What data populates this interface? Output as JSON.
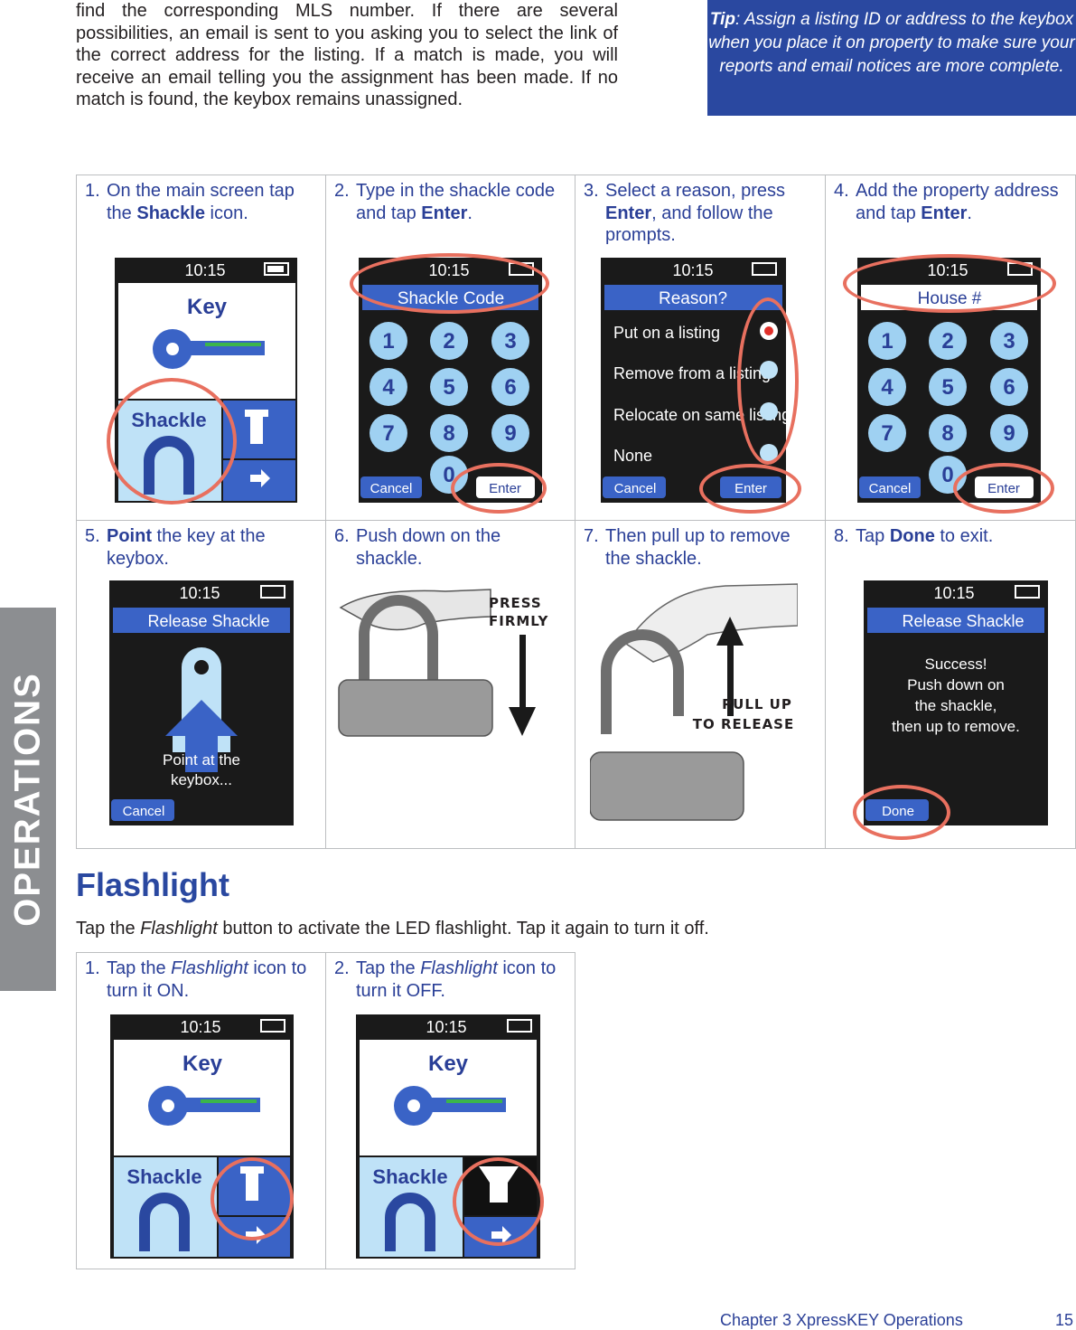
{
  "intro_text": "find the corresponding MLS number.  If there are several possibilities, an email is sent to you asking you to select the link of the correct address for the listing.  If a match is made, you will receive an email telling you the assignment has been made.  If no match is found, the keybox remains unassigned.",
  "tip": {
    "label": "Tip",
    "text": ":  Assign a listing ID or address to the keybox when you place it on property to make sure your reports and email notices are more complete."
  },
  "side_tab": "OPERATIONS",
  "steps": [
    {
      "num": "1.",
      "pre": "On the main screen tap the ",
      "bold": "Shackle",
      "post": " icon."
    },
    {
      "num": "2.",
      "pre": "Type in the shackle code and tap ",
      "bold": "Enter",
      "post": "."
    },
    {
      "num": "3.",
      "pre": "Select a reason, press ",
      "bold": "Enter",
      "post": ", and follow the prompts."
    },
    {
      "num": "4.",
      "pre": "Add the property address and tap ",
      "bold": "Enter",
      "post": "."
    },
    {
      "num": "5.",
      "pre": "",
      "bold": "Point",
      "post": " the key at the keybox."
    },
    {
      "num": "6.",
      "pre": "Push down on the shackle.",
      "bold": "",
      "post": ""
    },
    {
      "num": "7.",
      "pre": "Then pull up to remove the shackle.",
      "bold": "",
      "post": ""
    },
    {
      "num": "8.",
      "pre": "Tap ",
      "bold": "Done",
      "post": " to exit."
    }
  ],
  "screens": {
    "time": "10:15",
    "key": "Key",
    "shackle": "Shackle",
    "shackle_code": "Shackle Code",
    "house": "House #",
    "reason": "Reason?",
    "cancel": "Cancel",
    "enter": "Enter",
    "done": "Done",
    "release_shackle": "Release Shackle",
    "keys": [
      "1",
      "2",
      "3",
      "4",
      "5",
      "6",
      "7",
      "8",
      "9",
      "0"
    ],
    "reasons": [
      "Put on a listing",
      "Remove from a listing",
      "Relocate on same listing",
      "None"
    ],
    "point": "Point at the keybox...",
    "success": [
      "Success!",
      "Push down on",
      "the shackle,",
      "then up to remove."
    ]
  },
  "photo_labels": {
    "press": [
      "PRESS",
      "FIRMLY"
    ],
    "pull": [
      "PULL UP",
      "TO RELEASE"
    ]
  },
  "flashlight": {
    "heading": "Flashlight",
    "desc_pre": "Tap the ",
    "desc_em": "Flashlight",
    "desc_post": " button to activate the LED flashlight.  Tap it again to turn it off.",
    "steps": [
      {
        "num": "1.",
        "pre": "Tap the ",
        "em": "Flashlight",
        "post": " icon to turn it ON."
      },
      {
        "num": "2.",
        "pre": "Tap the ",
        "em": "Flashlight",
        "post": " icon to turn it OFF."
      }
    ]
  },
  "footer": {
    "chapter": "Chapter 3   XpressKEY Operations",
    "page": "15"
  },
  "colors": {
    "accent": "#2a48a0",
    "highlight_ring": "#e8705f",
    "screen_blue": "#3a63c6",
    "tab_grey": "#8c8e91"
  }
}
